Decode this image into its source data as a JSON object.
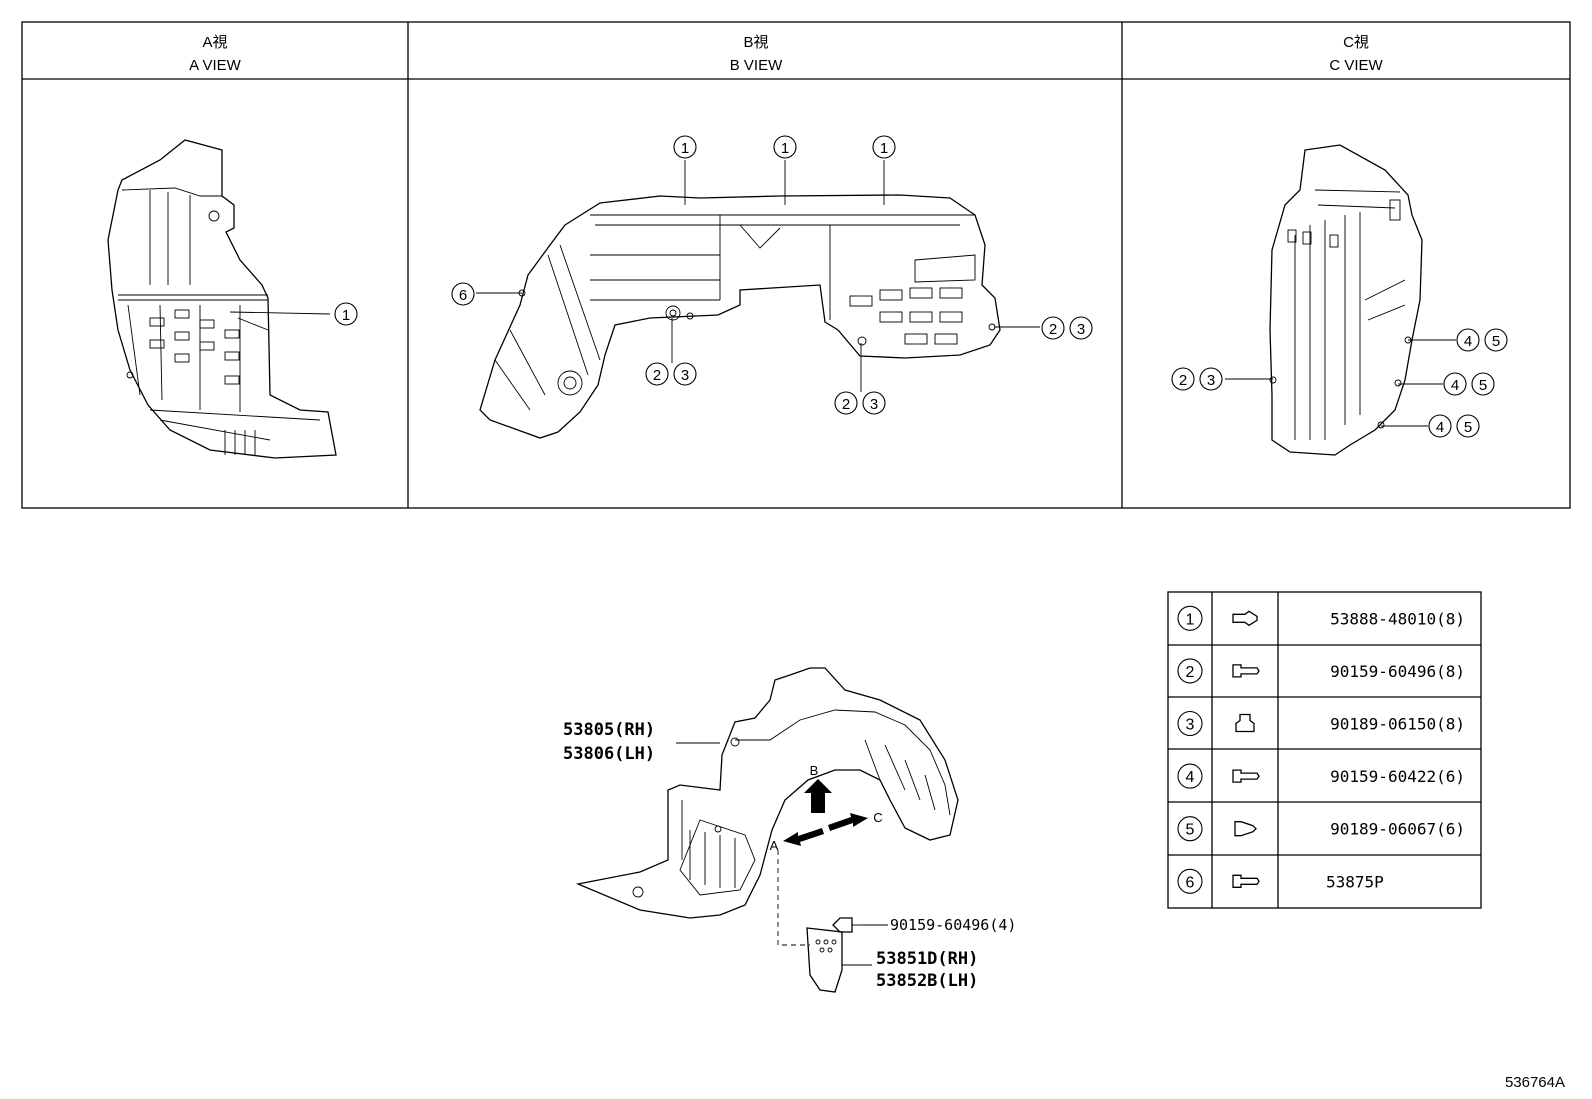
{
  "views": [
    {
      "title_jp": "A視",
      "title_en": "A VIEW"
    },
    {
      "title_jp": "B視",
      "title_en": "B VIEW"
    },
    {
      "title_jp": "C視",
      "title_en": "C VIEW"
    }
  ],
  "callouts": {
    "one": "1",
    "two": "2",
    "three": "3",
    "four": "4",
    "five": "5",
    "six": "6"
  },
  "main_parts": {
    "liner_rh": "53805(RH)",
    "liner_lh": "53806(LH)",
    "mudguard_rh": "53851D(RH)",
    "mudguard_lh": "53852B(LH)",
    "screw": "90159-60496(4)"
  },
  "arrows": {
    "a": "A",
    "b": "B",
    "c": "C"
  },
  "parts_table": [
    {
      "num": "1",
      "icon": "clip-icon",
      "part": "53888-48010(8)"
    },
    {
      "num": "2",
      "icon": "screw-icon",
      "part": "90159-60496(8)"
    },
    {
      "num": "3",
      "icon": "nut-icon",
      "part": "90189-06150(8)"
    },
    {
      "num": "4",
      "icon": "screw-icon",
      "part": "90159-60422(6)"
    },
    {
      "num": "5",
      "icon": "push-clip-icon",
      "part": "90189-06067(6)"
    },
    {
      "num": "6",
      "icon": "screw-icon",
      "part": "53875P"
    }
  ],
  "diagram_id": "536764A"
}
